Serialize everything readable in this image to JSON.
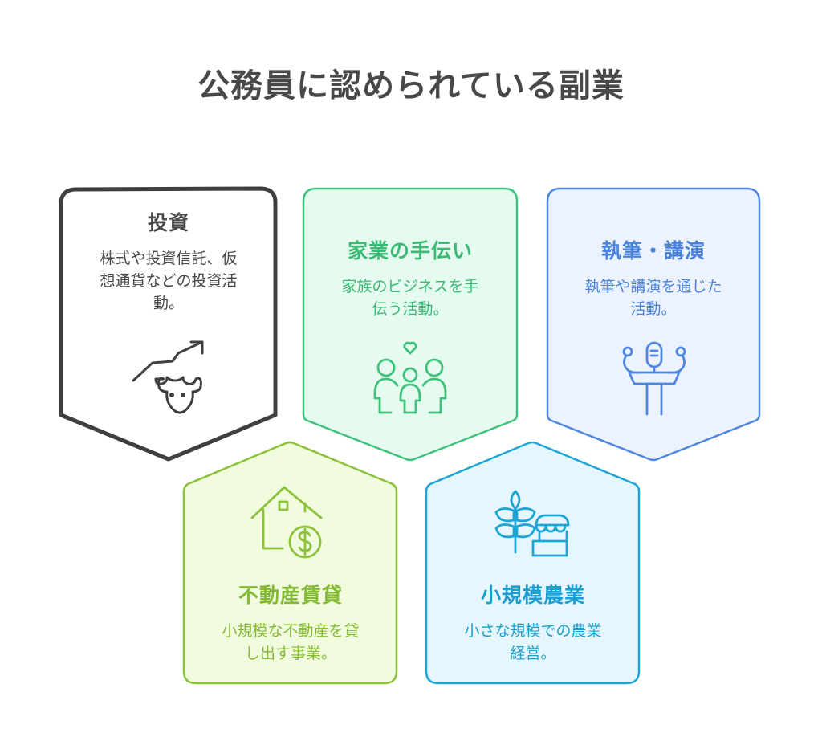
{
  "title": "公務員に認められている副業",
  "colors": {
    "title": "#484848",
    "invest": {
      "stroke": "#3f3f3f",
      "fill": "#ffffff",
      "text": "#484848"
    },
    "family": {
      "stroke": "#3ec27b",
      "fill": "#e5fbf0",
      "text": "#3aba74"
    },
    "writing": {
      "stroke": "#4f87e0",
      "fill": "#ecf3ff",
      "text": "#4a83dc"
    },
    "realestate": {
      "stroke": "#8bc23a",
      "fill": "#f1fbdd",
      "text": "#84b935"
    },
    "farming": {
      "stroke": "#1ea5d6",
      "fill": "#e6f6fd",
      "text": "#1b9fd0"
    }
  },
  "cards": [
    {
      "id": "invest",
      "title": "投資",
      "desc_lines": [
        "株式や投資信託、仮",
        "想通貨などの投資活",
        "動。"
      ],
      "icon": "bull-market-icon"
    },
    {
      "id": "family",
      "title": "家業の手伝い",
      "desc_lines": [
        "家族のビジネスを手",
        "伝う活動。"
      ],
      "icon": "family-heart-icon"
    },
    {
      "id": "writing",
      "title": "執筆・講演",
      "desc_lines": [
        "執筆や講演を通じた",
        "活動。"
      ],
      "icon": "podium-microphone-icon"
    },
    {
      "id": "realestate",
      "title": "不動産賃貸",
      "desc_lines": [
        "小規模な不動産を貸",
        "し出す事業。"
      ],
      "icon": "house-dollar-icon"
    },
    {
      "id": "farming",
      "title": "小規模農業",
      "desc_lines": [
        "小さな規模での農業",
        "経営。"
      ],
      "icon": "wheat-market-stall-icon"
    }
  ]
}
